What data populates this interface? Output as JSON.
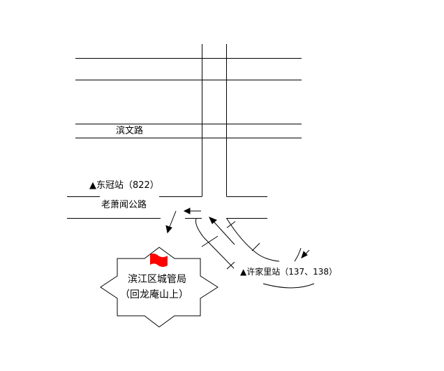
{
  "labels": {
    "binwen_road": "滨文路",
    "dongguan_station": "▲东冠站（822）",
    "laoxiaowen_road": "老萧闻公路",
    "xujiali_station": "▲许家里站（137、138）",
    "destination_name": "滨江区城管局",
    "destination_location": "（回龙庵山上）"
  },
  "colors": {
    "flag": "#ff0000",
    "line": "#000000"
  }
}
